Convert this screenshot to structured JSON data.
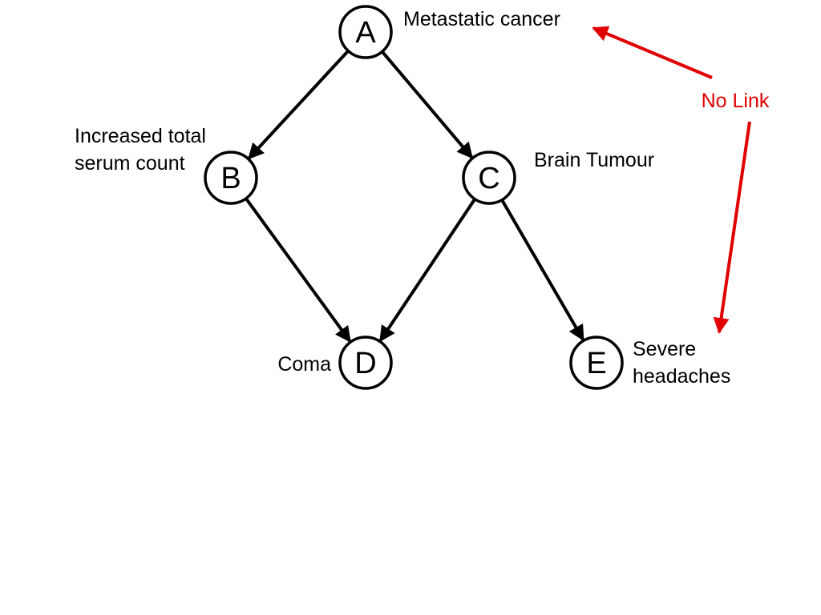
{
  "colors": {
    "node_stroke": "#000000",
    "edge": "#000000",
    "annotation": "#e00000",
    "background": "#ffffff"
  },
  "nodes": [
    {
      "id": "A",
      "letter": "A",
      "label_lines": [
        "Metastatic cancer"
      ]
    },
    {
      "id": "B",
      "letter": "B",
      "label_lines": [
        "Increased total",
        "serum count"
      ]
    },
    {
      "id": "C",
      "letter": "C",
      "label_lines": [
        "Brain Tumour"
      ]
    },
    {
      "id": "D",
      "letter": "D",
      "label_lines": [
        "Coma"
      ]
    },
    {
      "id": "E",
      "letter": "E",
      "label_lines": [
        "Severe",
        "headaches"
      ]
    }
  ],
  "edges": [
    {
      "from": "A",
      "to": "B"
    },
    {
      "from": "A",
      "to": "C"
    },
    {
      "from": "B",
      "to": "D"
    },
    {
      "from": "C",
      "to": "D"
    },
    {
      "from": "C",
      "to": "E"
    }
  ],
  "annotation": {
    "text": "No Link",
    "between": [
      "A",
      "E"
    ]
  }
}
